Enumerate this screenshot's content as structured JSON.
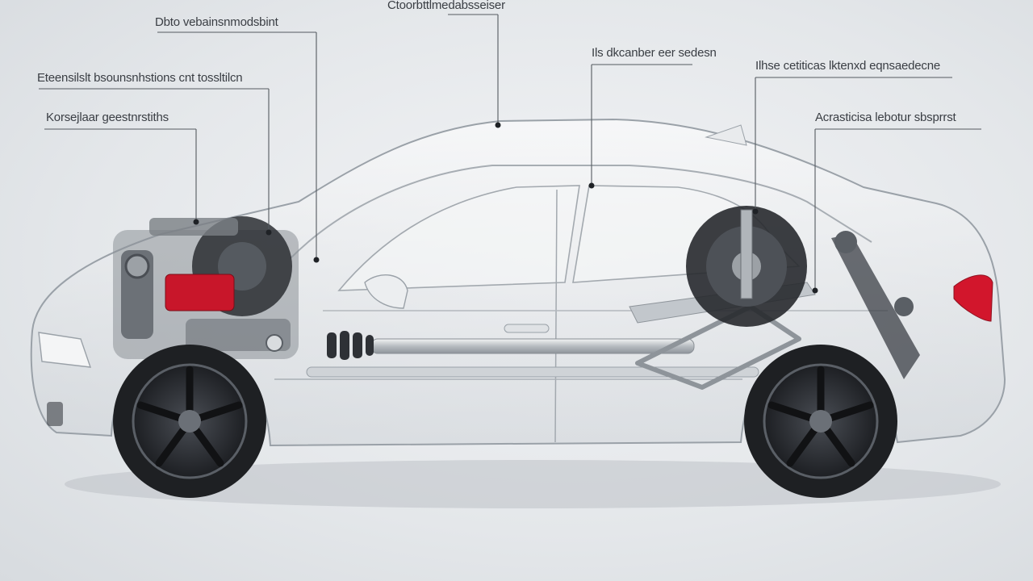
{
  "callouts": [
    {
      "id": "c1",
      "text": "Dbto vebainsnmodsbint"
    },
    {
      "id": "c2",
      "text": "Ctoorbttlmedabsseiser"
    },
    {
      "id": "c3",
      "text": "Ils dkcanber eer sedesn"
    },
    {
      "id": "c4",
      "text": "Eteensilslt bsounsnhstions cnt tossltilcn"
    },
    {
      "id": "c5",
      "text": "Ilhse cetiticas lktenxd eqnsaedecne"
    },
    {
      "id": "c6",
      "text": "Korsejlaar geestnrstiths"
    },
    {
      "id": "c7",
      "text": "Acrasticisa lebotur sbsprrst"
    }
  ],
  "colors": {
    "background": "#e4e7ea",
    "body_outline": "#9aa1a8",
    "glass_tint": "#f5f6f7",
    "engine_red": "#c8162a",
    "tire": "#1e2023",
    "rim": "#2b2e33",
    "taillight": "#d2162c",
    "leader_line": "#555a60"
  }
}
